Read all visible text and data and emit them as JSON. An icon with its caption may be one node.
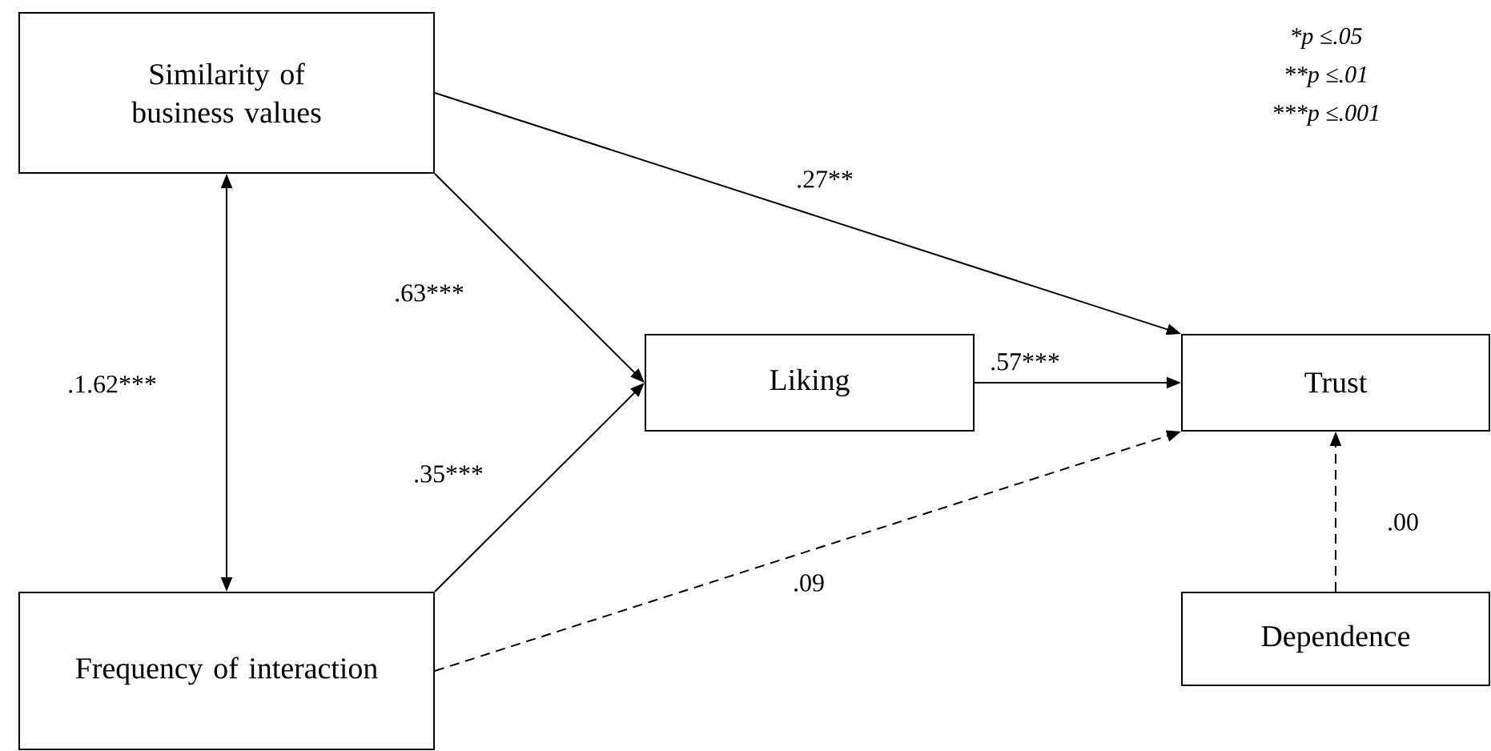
{
  "diagram": {
    "nodes": [
      {
        "text": [
          "Similarity of business values"
        ]
      },
      {
        "text": [
          "Frequency of interaction"
        ]
      },
      {
        "text": [
          "Liking"
        ]
      },
      {
        "text": [
          "Trust"
        ]
      },
      {
        "text": [
          "Dependence"
        ]
      }
    ],
    "edges": [
      {
        "from": 0,
        "to": 1,
        "arrow": "both",
        "label": ".1.62***"
      },
      {
        "from": 0,
        "to": 2,
        "arrow": "to",
        "label": ".63***"
      },
      {
        "from": 1,
        "to": 2,
        "arrow": "to",
        "label": ".35***"
      },
      {
        "from": 0,
        "to": 3,
        "arrow": "to",
        "label": ".27**"
      },
      {
        "from": 2,
        "to": 3,
        "arrow": "to",
        "label": ".57***"
      },
      {
        "from": 1,
        "to": 3,
        "arrow": "to",
        "label": ".09",
        "style": "dashed"
      },
      {
        "from": 4,
        "to": 3,
        "arrow": "to",
        "label": ".00",
        "style": "dashed"
      }
    ],
    "labels": [
      "*p ≤.05",
      "**p ≤.01",
      "***p ≤.001"
    ]
  }
}
